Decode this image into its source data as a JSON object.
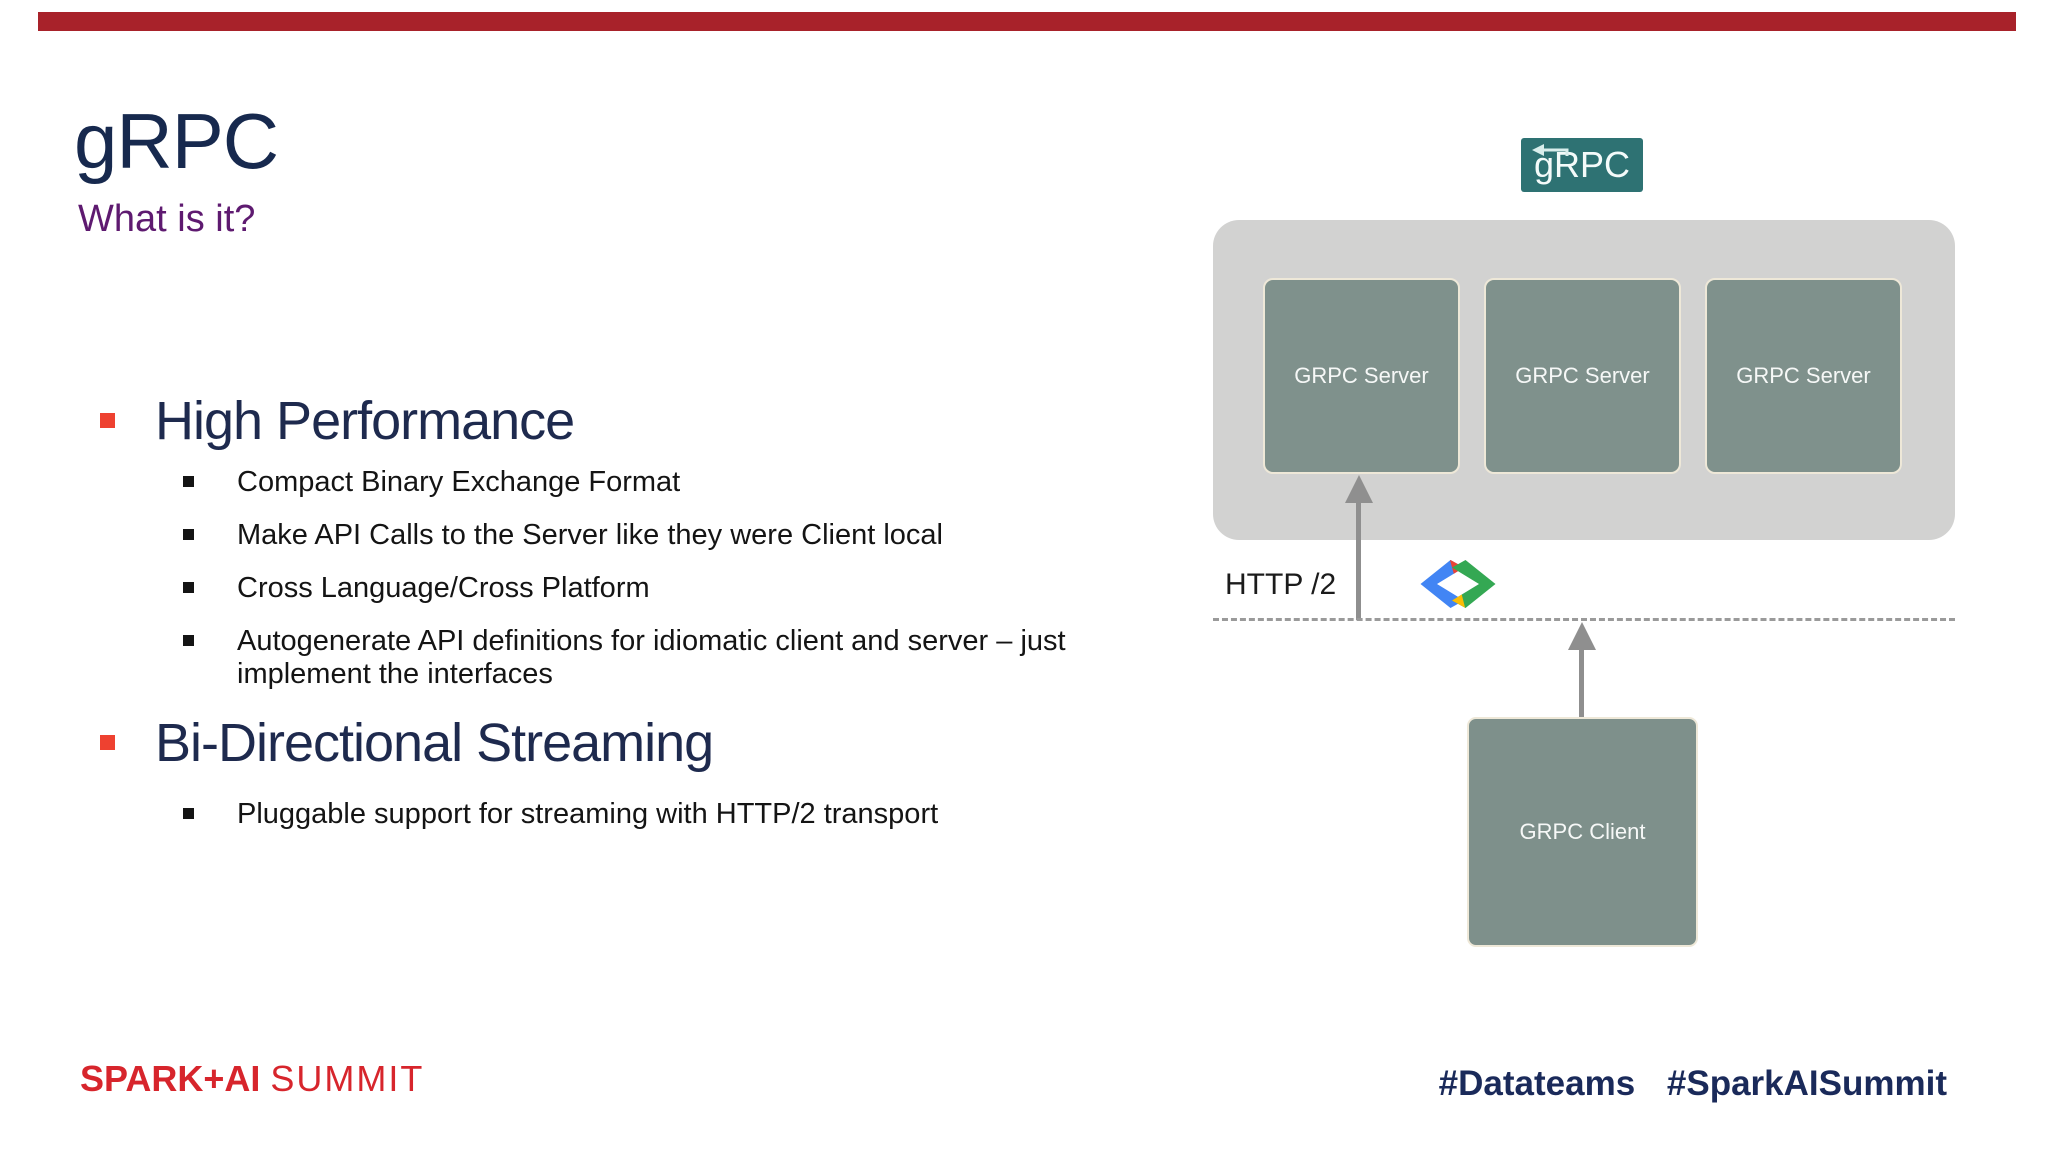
{
  "slide": {
    "title": "gRPC",
    "subtitle": "What is it?",
    "bullets": {
      "groups": [
        {
          "heading": "High Performance",
          "items": [
            "Compact Binary Exchange Format",
            "Make API Calls to the Server like they were Client local",
            "Cross Language/Cross Platform",
            "Autogenerate API definitions for idiomatic client and server – just implement the interfaces"
          ]
        },
        {
          "heading": "Bi-Directional Streaming",
          "items": [
            "Pluggable support for streaming with HTTP/2 transport"
          ]
        }
      ]
    }
  },
  "diagram": {
    "grpc_logo_text": "gRPC",
    "server_labels": [
      "GRPC Server",
      "GRPC Server",
      "GRPC Server"
    ],
    "client_label": "GRPC Client",
    "http_label": "HTTP /2",
    "icons": {
      "grpc_logo_arrow": "left-arrow-icon",
      "google_developers": "google-chevrons-icon"
    },
    "colors": {
      "grpc_logo_teal": "#2e7273",
      "container_gray": "#d2d2d1",
      "node_gray_green": "#7f918c",
      "node_border_cream": "#eee8d8",
      "arrow_gray": "#8f8f8f",
      "google_blue": "#4285f4",
      "google_red": "#ea4335",
      "google_green": "#34a853",
      "google_yellow": "#fbbc05"
    }
  },
  "footer": {
    "brand_primary": "SPARK+AI",
    "brand_secondary": "SUMMIT",
    "hashtag_1": "#Datateams",
    "hashtag_2": "#SparkAISummit"
  },
  "accents": {
    "top_bar_red": "#a8222a",
    "bullet_red": "#ee4130",
    "heading_navy": "#1e2a4e",
    "title_navy": "#17294e",
    "subtitle_purple": "#5e1a70",
    "brand_red": "#d7252c",
    "hashtag_navy": "#1a2a5a"
  }
}
